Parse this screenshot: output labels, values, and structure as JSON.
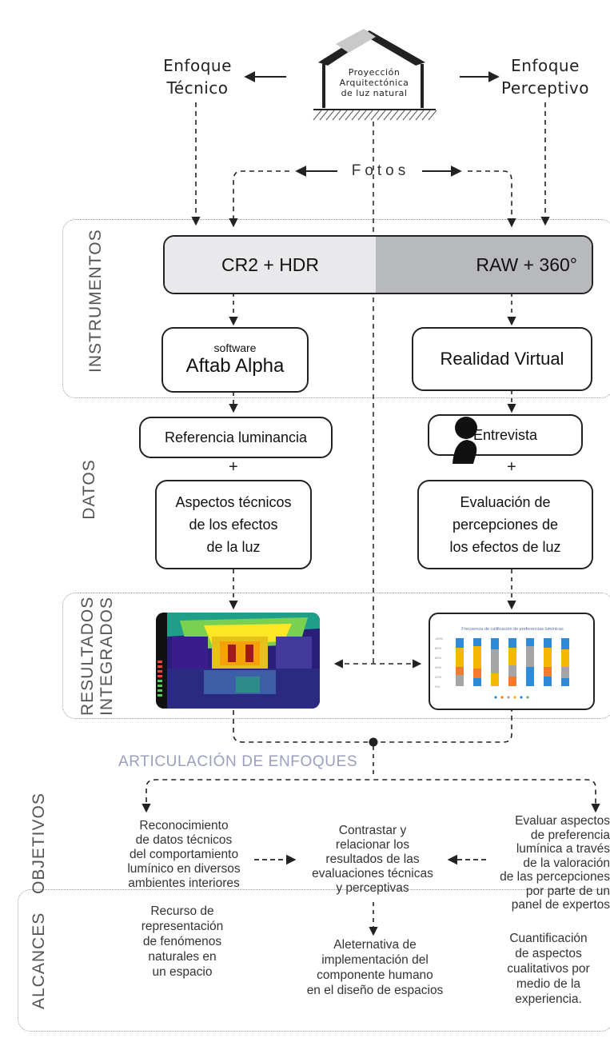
{
  "header": {
    "house_line1": "Proyección",
    "house_line2": "Arquitectónica",
    "house_line3": "de luz natural",
    "left_line1": "Enfoque",
    "left_line2": "Técnico",
    "right_line1": "Enfoque",
    "right_line2": "Perceptivo",
    "fotos": "Fotos"
  },
  "sections": {
    "instrumentos": "INSTRUMENTOS",
    "datos": "DATOS",
    "resultados_line1": "RESULTADOS",
    "resultados_line2": "INTEGRADOS",
    "objetivos": "OBJETIVOS",
    "alcances": "ALCANCES"
  },
  "instruments": {
    "bar_left": "CR2 + HDR",
    "bar_right": "RAW + 360°",
    "software_small": "software",
    "software_name": "Aftab Alpha",
    "vr": "Realidad Virtual"
  },
  "data_boxes": {
    "ref_lum": "Referencia luminancia",
    "plus": "+",
    "tech_line1": "Aspectos técnicos",
    "tech_line2": "de los efectos",
    "tech_line3": "de la luz",
    "entrevista": "Entrevista",
    "eval_line1": "Evaluación de",
    "eval_line2": "percepciones de",
    "eval_line3": "los efectos de luz"
  },
  "chart_thumb": {
    "title": "Frecuencia de calificación de preferencias lumínicas"
  },
  "articulacion": "ARTICULACIÓN DE ENFOQUES",
  "objetivos": {
    "left": [
      "Reconocimiento",
      "de datos técnicos",
      "del comportamiento",
      "lumínico en diversos",
      "ambientes interiores"
    ],
    "center": [
      "Contrastar y",
      "relacionar los",
      "resultados de las",
      "evaluaciones técnicas",
      "y perceptivas"
    ],
    "right": [
      "Evaluar aspectos",
      "de preferencia",
      "lumínica a través",
      "de la valoración",
      "de las percepciones",
      "por parte de un",
      "panel de expertos"
    ]
  },
  "alcances": {
    "left": [
      "Recurso de",
      "representación",
      "de fenómenos",
      "naturales en",
      "un espacio"
    ],
    "center": [
      "Aleternativa de",
      "implementación del",
      "componente humano",
      "en el diseño de espacios"
    ],
    "right": [
      "Cuantificación",
      "de aspectos",
      "cualitativos por",
      "medio de la",
      "experiencia."
    ]
  },
  "colors": {
    "bar_left": "#e9e9ec",
    "bar_right": "#b8b9bd",
    "heatmap_bg": "#2a1e7a",
    "articulacion_text": "#9a9fbf"
  }
}
